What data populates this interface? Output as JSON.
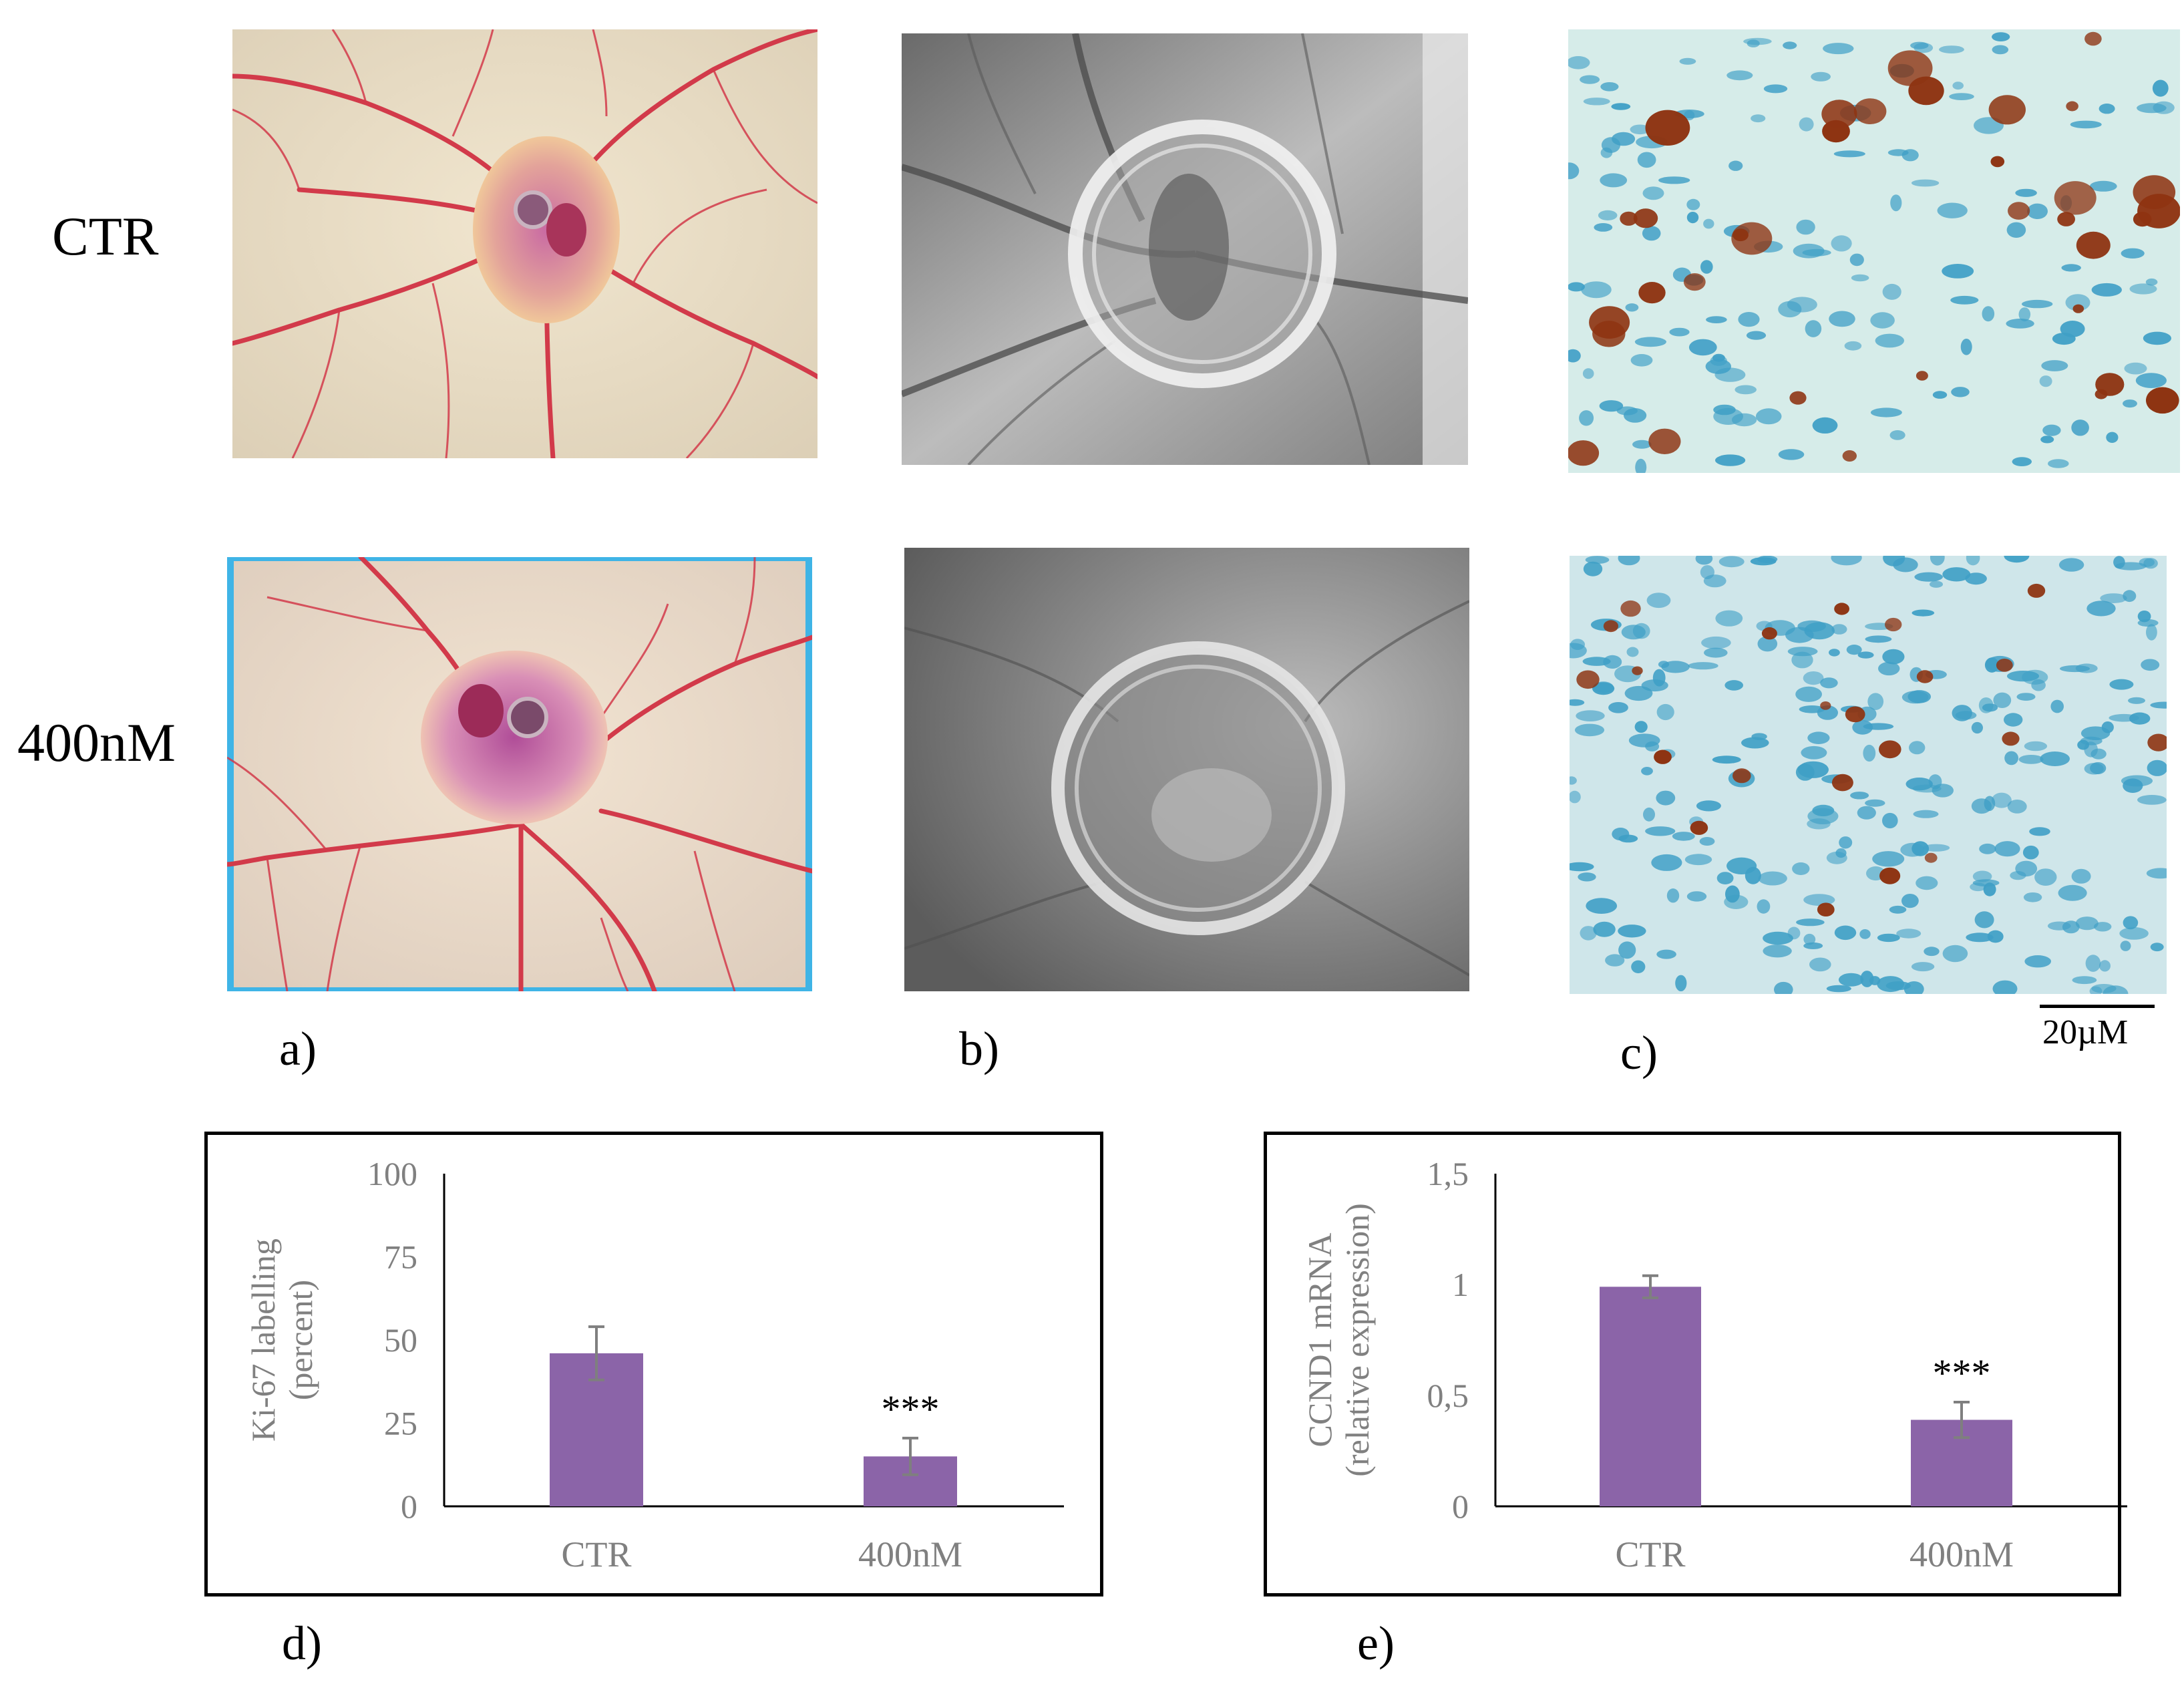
{
  "rows": {
    "ctr": "CTR",
    "treated": "400nM"
  },
  "panel_letters": {
    "a": "a)",
    "b": "b)",
    "c": "c)",
    "d": "d)",
    "e": "e)"
  },
  "scale_bar": {
    "label": "20µM"
  },
  "colors": {
    "bar": "#8b64a8",
    "axis_text": "#808080",
    "egg_bg": "#e9dcc3",
    "vessel": "#d23a4a",
    "stain_bg": "#d6ece9",
    "nucleus_blue": "#3f9fc6",
    "nucleus_brown": "#8e3412"
  },
  "photos": {
    "a_ctr": "chick-embryo-vasculature-control",
    "a_treated": "chick-embryo-vasculature-400nM",
    "b_ctr": "cam-silicone-ring-control",
    "b_treated": "cam-silicone-ring-400nM",
    "c_ctr": "ki67-immunostain-control",
    "c_treated": "ki67-immunostain-400nM"
  },
  "chart_data": [
    {
      "type": "bar",
      "categories": [
        "CTR",
        "400nM"
      ],
      "values": [
        46,
        15
      ],
      "errors": [
        8,
        5.5
      ],
      "ylabel": [
        "Ki-67 labelling",
        "(percent)"
      ],
      "ylim": [
        0,
        100
      ],
      "yticks": [
        "0",
        "25",
        "50",
        "75",
        "100"
      ],
      "significance": [
        "",
        "***"
      ],
      "grid": false,
      "legend": "none"
    },
    {
      "type": "bar",
      "categories": [
        "CTR",
        "400nM"
      ],
      "values": [
        0.99,
        0.39
      ],
      "errors": [
        0.05,
        0.08
      ],
      "ylabel": [
        "CCND1 mRNA",
        "(relative expression)"
      ],
      "ylim": [
        0,
        1.5
      ],
      "yticks": [
        "0",
        "0,5",
        "1",
        "1,5"
      ],
      "significance": [
        "",
        "***"
      ],
      "grid": false,
      "legend": "none"
    }
  ]
}
